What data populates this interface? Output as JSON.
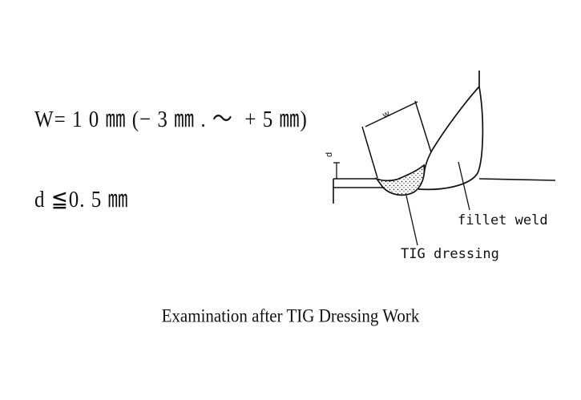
{
  "specs": {
    "width_tolerance": "W= 1 0 ㎜ (− 3 ㎜ . ～  + 5 ㎜)",
    "depth_limit": "d ≦0. 5 ㎜"
  },
  "drawing": {
    "dimension_w": "w",
    "dimension_d": "d",
    "fillet_weld_label": "fillet weld",
    "tig_dressing_label": "TIG dressing"
  },
  "caption": "Examination after TIG Dressing Work",
  "colors": {
    "ink": "#111111",
    "background": "#ffffff"
  }
}
